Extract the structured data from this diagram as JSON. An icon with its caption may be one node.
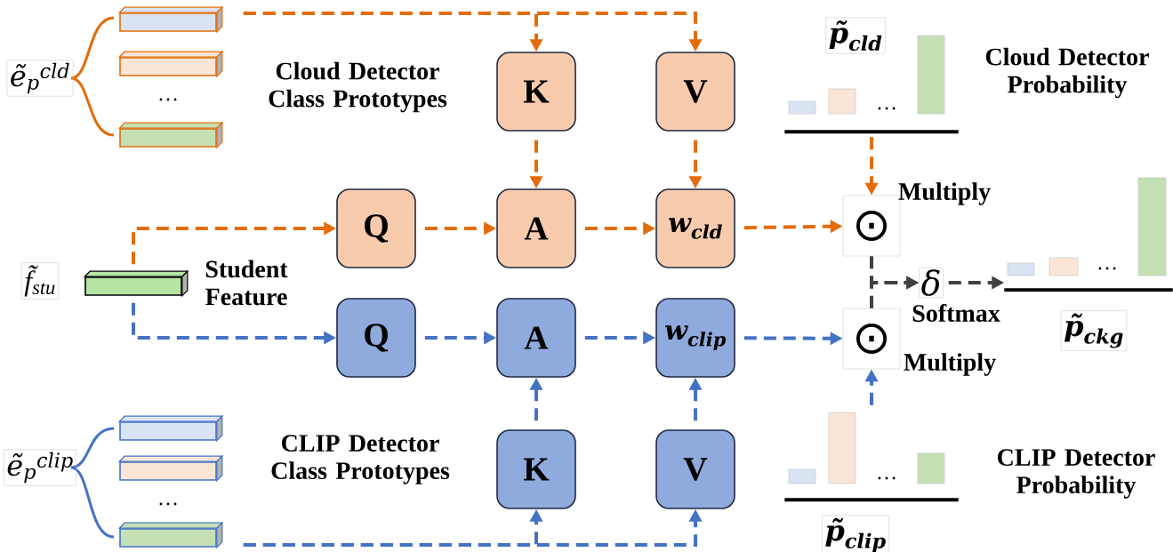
{
  "diagram": {
    "nodes": [
      {
        "text": [
          "ẽ$_{p}$$^{cld}$"
        ]
      },
      {
        "text": [],
        "shape": "bar"
      },
      {
        "text": [],
        "shape": "bar"
      },
      {
        "text": [],
        "shape": "bar"
      },
      {
        "text": [
          "K"
        ]
      },
      {
        "text": [
          "V"
        ]
      },
      {
        "text": [
          "p̃$_{cld}$"
        ]
      },
      {
        "text": [
          "Q"
        ]
      },
      {
        "text": [
          "A"
        ]
      },
      {
        "text": [
          "w$_{cld}$"
        ]
      },
      {
        "text": [
          "⊙"
        ],
        "beside": [
          "Multiply"
        ]
      },
      {
        "text": [
          "f̃$_{stu}$"
        ]
      },
      {
        "text": [],
        "shape": "bar",
        "beside": [
          "Student Feature"
        ]
      },
      {
        "text": [
          "δ"
        ],
        "beside": [
          "Softmax"
        ]
      },
      {
        "text": [
          "p̃$_{ckg}$"
        ]
      },
      {
        "text": [
          "Q"
        ]
      },
      {
        "text": [
          "A"
        ]
      },
      {
        "text": [
          "w$_{clip}$"
        ]
      },
      {
        "text": [
          "⊙"
        ],
        "beside": [
          "Multiply"
        ]
      },
      {
        "text": [
          "ẽ$_{p}$$^{clip}$"
        ]
      },
      {
        "text": [],
        "shape": "bar"
      },
      {
        "text": [],
        "shape": "bar"
      },
      {
        "text": [],
        "shape": "bar"
      },
      {
        "text": [
          "K"
        ]
      },
      {
        "text": [
          "V"
        ]
      },
      {
        "text": [
          "p̃$_{clip}$"
        ]
      }
    ],
    "edges": [
      {
        "from": 1,
        "to": 4,
        "arrow": "to",
        "style": "dashed",
        "color": "#e36c0a"
      },
      {
        "from": 1,
        "to": 5,
        "arrow": "to",
        "style": "dashed",
        "color": "#e36c0a"
      },
      {
        "from": 4,
        "to": 8,
        "arrow": "to",
        "style": "dashed",
        "color": "#e36c0a"
      },
      {
        "from": 5,
        "to": 9,
        "arrow": "to",
        "style": "dashed",
        "color": "#e36c0a"
      },
      {
        "from": 12,
        "to": 7,
        "arrow": "to",
        "style": "dashed",
        "color": "#e36c0a"
      },
      {
        "from": 7,
        "to": 8,
        "arrow": "to",
        "style": "dashed",
        "color": "#e36c0a"
      },
      {
        "from": 8,
        "to": 9,
        "arrow": "to",
        "style": "dashed",
        "color": "#e36c0a"
      },
      {
        "from": 9,
        "to": 10,
        "arrow": "to",
        "style": "dashed",
        "color": "#e36c0a"
      },
      {
        "from": 6,
        "to": 10,
        "arrow": "to",
        "style": "dashed",
        "color": "#e36c0a"
      },
      {
        "from": 10,
        "to": 13,
        "arrow": "to",
        "style": "dashed",
        "color": "#404040"
      },
      {
        "from": 18,
        "to": 13,
        "arrow": "to",
        "style": "dashed",
        "color": "#404040"
      },
      {
        "from": 13,
        "to": 14,
        "arrow": "to",
        "style": "dashed",
        "color": "#404040"
      },
      {
        "from": 12,
        "to": 15,
        "arrow": "to",
        "style": "dashed",
        "color": "#4472c4"
      },
      {
        "from": 15,
        "to": 16,
        "arrow": "to",
        "style": "dashed",
        "color": "#4472c4"
      },
      {
        "from": 16,
        "to": 17,
        "arrow": "to",
        "style": "dashed",
        "color": "#4472c4"
      },
      {
        "from": 17,
        "to": 18,
        "arrow": "to",
        "style": "dashed",
        "color": "#4472c4"
      },
      {
        "from": 23,
        "to": 16,
        "arrow": "to",
        "style": "dashed",
        "color": "#4472c4"
      },
      {
        "from": 24,
        "to": 17,
        "arrow": "to",
        "style": "dashed",
        "color": "#4472c4"
      },
      {
        "from": 22,
        "to": 23,
        "arrow": "to",
        "style": "dashed",
        "color": "#4472c4"
      },
      {
        "from": 22,
        "to": 24,
        "arrow": "to",
        "style": "dashed",
        "color": "#4472c4"
      },
      {
        "from": 25,
        "to": 18,
        "arrow": "to",
        "style": "dashed",
        "color": "#4472c4"
      }
    ],
    "labels": [
      "Cloud Detector Class Prototypes",
      "…",
      "Cloud Detector Probability",
      "…",
      "…",
      "CLIP Detector Class Prototypes",
      "…",
      "…",
      "CLIP Detector Probability"
    ]
  }
}
